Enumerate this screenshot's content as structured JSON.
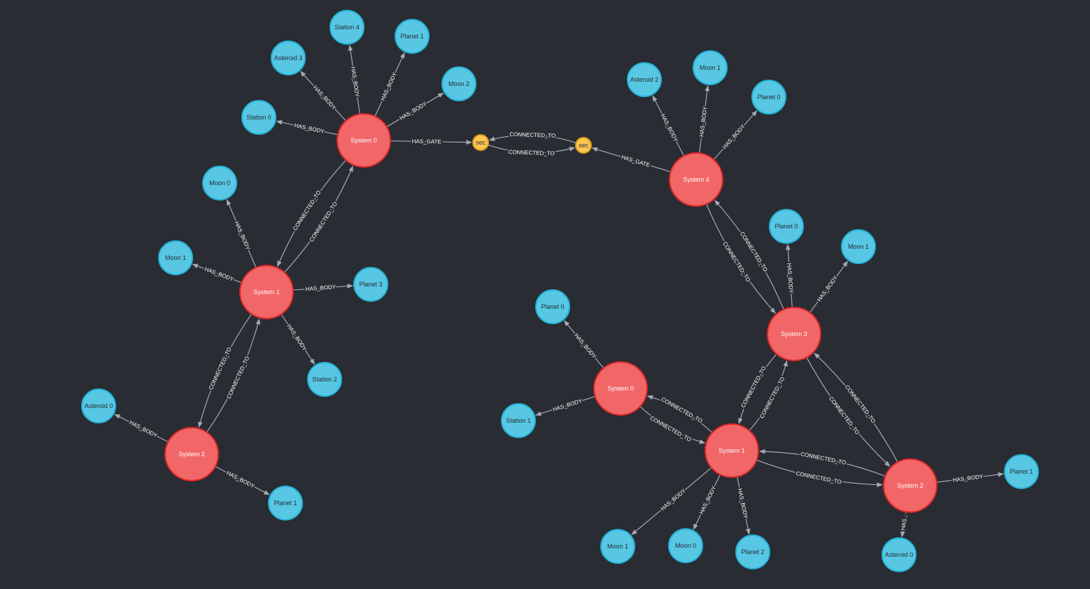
{
  "colors": {
    "background": "#292c33",
    "system_fill": "#f16667",
    "system_border": "#dc2628",
    "body_fill": "#57c7e3",
    "body_border": "#23b3d7",
    "gate_fill": "#ffc454",
    "gate_border": "#d7a013",
    "edge": "#a5abb6"
  },
  "nodes": [
    {
      "id": "a_s0",
      "label": "System 0",
      "type": "system"
    },
    {
      "id": "a_s1",
      "label": "System 1",
      "type": "system"
    },
    {
      "id": "a_s2",
      "label": "System 2",
      "type": "system"
    },
    {
      "id": "a_station4",
      "label": "Station 4",
      "type": "body"
    },
    {
      "id": "a_planet1",
      "label": "Planet 1",
      "type": "body"
    },
    {
      "id": "a_asteroid3",
      "label": "Asteroid 3",
      "type": "body"
    },
    {
      "id": "a_moon2",
      "label": "Moon 2",
      "type": "body"
    },
    {
      "id": "a_station0",
      "label": "Station 0",
      "type": "body"
    },
    {
      "id": "a_moon0",
      "label": "Moon 0",
      "type": "body"
    },
    {
      "id": "a_moon1",
      "label": "Moon 1",
      "type": "body"
    },
    {
      "id": "a_planet3",
      "label": "Planet 3",
      "type": "body"
    },
    {
      "id": "a_station2",
      "label": "Station 2",
      "type": "body"
    },
    {
      "id": "a_asteroid0",
      "label": "Asteroid 0",
      "type": "body"
    },
    {
      "id": "a_planet1b",
      "label": "Planet 1",
      "type": "body"
    },
    {
      "id": "sec1",
      "label": "sec",
      "type": "gate"
    },
    {
      "id": "sec2",
      "label": "sec",
      "type": "gate"
    },
    {
      "id": "b_s4",
      "label": "System 4",
      "type": "system"
    },
    {
      "id": "b_s3",
      "label": "System 3",
      "type": "system"
    },
    {
      "id": "b_s0",
      "label": "System 0",
      "type": "system"
    },
    {
      "id": "b_s1",
      "label": "System 1",
      "type": "system"
    },
    {
      "id": "b_s2",
      "label": "System 2",
      "type": "system"
    },
    {
      "id": "b_asteroid2",
      "label": "Asteroid 2",
      "type": "body"
    },
    {
      "id": "b_moon1",
      "label": "Moon 1",
      "type": "body"
    },
    {
      "id": "b_planet0",
      "label": "Planet 0",
      "type": "body"
    },
    {
      "id": "b_planet0b",
      "label": "Planet 0",
      "type": "body"
    },
    {
      "id": "b_moon1b",
      "label": "Moon 1",
      "type": "body"
    },
    {
      "id": "b_planet0c",
      "label": "Planet 0",
      "type": "body"
    },
    {
      "id": "b_station1",
      "label": "Station 1",
      "type": "body"
    },
    {
      "id": "b_moon1c",
      "label": "Moon 1",
      "type": "body"
    },
    {
      "id": "b_moon0",
      "label": "Moon 0",
      "type": "body"
    },
    {
      "id": "b_planet2",
      "label": "Planet 2",
      "type": "body"
    },
    {
      "id": "b_planet1",
      "label": "Planet 1",
      "type": "body"
    },
    {
      "id": "b_asteroid0",
      "label": "Asteroid 0",
      "type": "body"
    }
  ],
  "edges": [
    {
      "from": "a_s0",
      "to": "a_station4",
      "label": "HAS_BODY"
    },
    {
      "from": "a_s0",
      "to": "a_planet1",
      "label": "HAS_BODY"
    },
    {
      "from": "a_s0",
      "to": "a_asteroid3",
      "label": "HAS_BODY"
    },
    {
      "from": "a_s0",
      "to": "a_moon2",
      "label": "HAS_BODY"
    },
    {
      "from": "a_s0",
      "to": "a_station0",
      "label": "HAS_BODY"
    },
    {
      "from": "a_s0",
      "to": "sec1",
      "label": "HAS_GATE"
    },
    {
      "from": "sec1",
      "to": "sec2",
      "label": "CONNECTED_TO"
    },
    {
      "from": "sec2",
      "to": "sec1",
      "label": "CONNECTED_TO"
    },
    {
      "from": "b_s4",
      "to": "sec2",
      "label": "HAS_GATE"
    },
    {
      "from": "a_s1",
      "to": "a_s0",
      "label": "CONNECTED_TO"
    },
    {
      "from": "a_s0",
      "to": "a_s1",
      "label": "CONNECTED_TO"
    },
    {
      "from": "a_s1",
      "to": "a_moon0",
      "label": "HAS_BODY"
    },
    {
      "from": "a_s1",
      "to": "a_moon1",
      "label": "HAS_BODY"
    },
    {
      "from": "a_s1",
      "to": "a_planet3",
      "label": "HAS_BODY"
    },
    {
      "from": "a_s1",
      "to": "a_station2",
      "label": "HAS_BODY"
    },
    {
      "from": "a_s2",
      "to": "a_s1",
      "label": "CONNECTED_TO"
    },
    {
      "from": "a_s1",
      "to": "a_s2",
      "label": "CONNECTED_TO"
    },
    {
      "from": "a_s2",
      "to": "a_asteroid0",
      "label": "HAS_BODY"
    },
    {
      "from": "a_s2",
      "to": "a_planet1b",
      "label": "HAS_BODY"
    },
    {
      "from": "b_s4",
      "to": "b_asteroid2",
      "label": "HAS_BODY"
    },
    {
      "from": "b_s4",
      "to": "b_moon1",
      "label": "HAS_BODY"
    },
    {
      "from": "b_s4",
      "to": "b_planet0",
      "label": "HAS_BODY"
    },
    {
      "from": "b_s4",
      "to": "b_s3",
      "label": "CONNECTED_TO"
    },
    {
      "from": "b_s3",
      "to": "b_s4",
      "label": "CONNECTED_TO"
    },
    {
      "from": "b_s3",
      "to": "b_planet0b",
      "label": "HAS_BODY"
    },
    {
      "from": "b_s3",
      "to": "b_moon1b",
      "label": "HAS_BODY"
    },
    {
      "from": "b_s0",
      "to": "b_planet0c",
      "label": "HAS_BODY"
    },
    {
      "from": "b_s0",
      "to": "b_station1",
      "label": "HAS_BODY"
    },
    {
      "from": "b_s0",
      "to": "b_s1",
      "label": "CONNECTED_TO"
    },
    {
      "from": "b_s1",
      "to": "b_s0",
      "label": "CONNECTED_TO"
    },
    {
      "from": "b_s1",
      "to": "b_s3",
      "label": "CONNECTED_TO"
    },
    {
      "from": "b_s3",
      "to": "b_s1",
      "label": "CONNECTED_TO"
    },
    {
      "from": "b_s1",
      "to": "b_moon1c",
      "label": "HAS_BODY"
    },
    {
      "from": "b_s1",
      "to": "b_moon0",
      "label": "HAS_BODY"
    },
    {
      "from": "b_s1",
      "to": "b_planet2",
      "label": "HAS_BODY"
    },
    {
      "from": "b_s1",
      "to": "b_s2",
      "label": "CONNECTED_TO"
    },
    {
      "from": "b_s2",
      "to": "b_s1",
      "label": "CONNECTED_TO"
    },
    {
      "from": "b_s3",
      "to": "b_s2",
      "label": "CONNECTED_TO"
    },
    {
      "from": "b_s2",
      "to": "b_s3",
      "label": "CONNECTED_TO"
    },
    {
      "from": "b_s2",
      "to": "b_planet1",
      "label": "HAS_BODY"
    },
    {
      "from": "b_s2",
      "to": "b_asteroid0",
      "label": "HAS..."
    }
  ]
}
